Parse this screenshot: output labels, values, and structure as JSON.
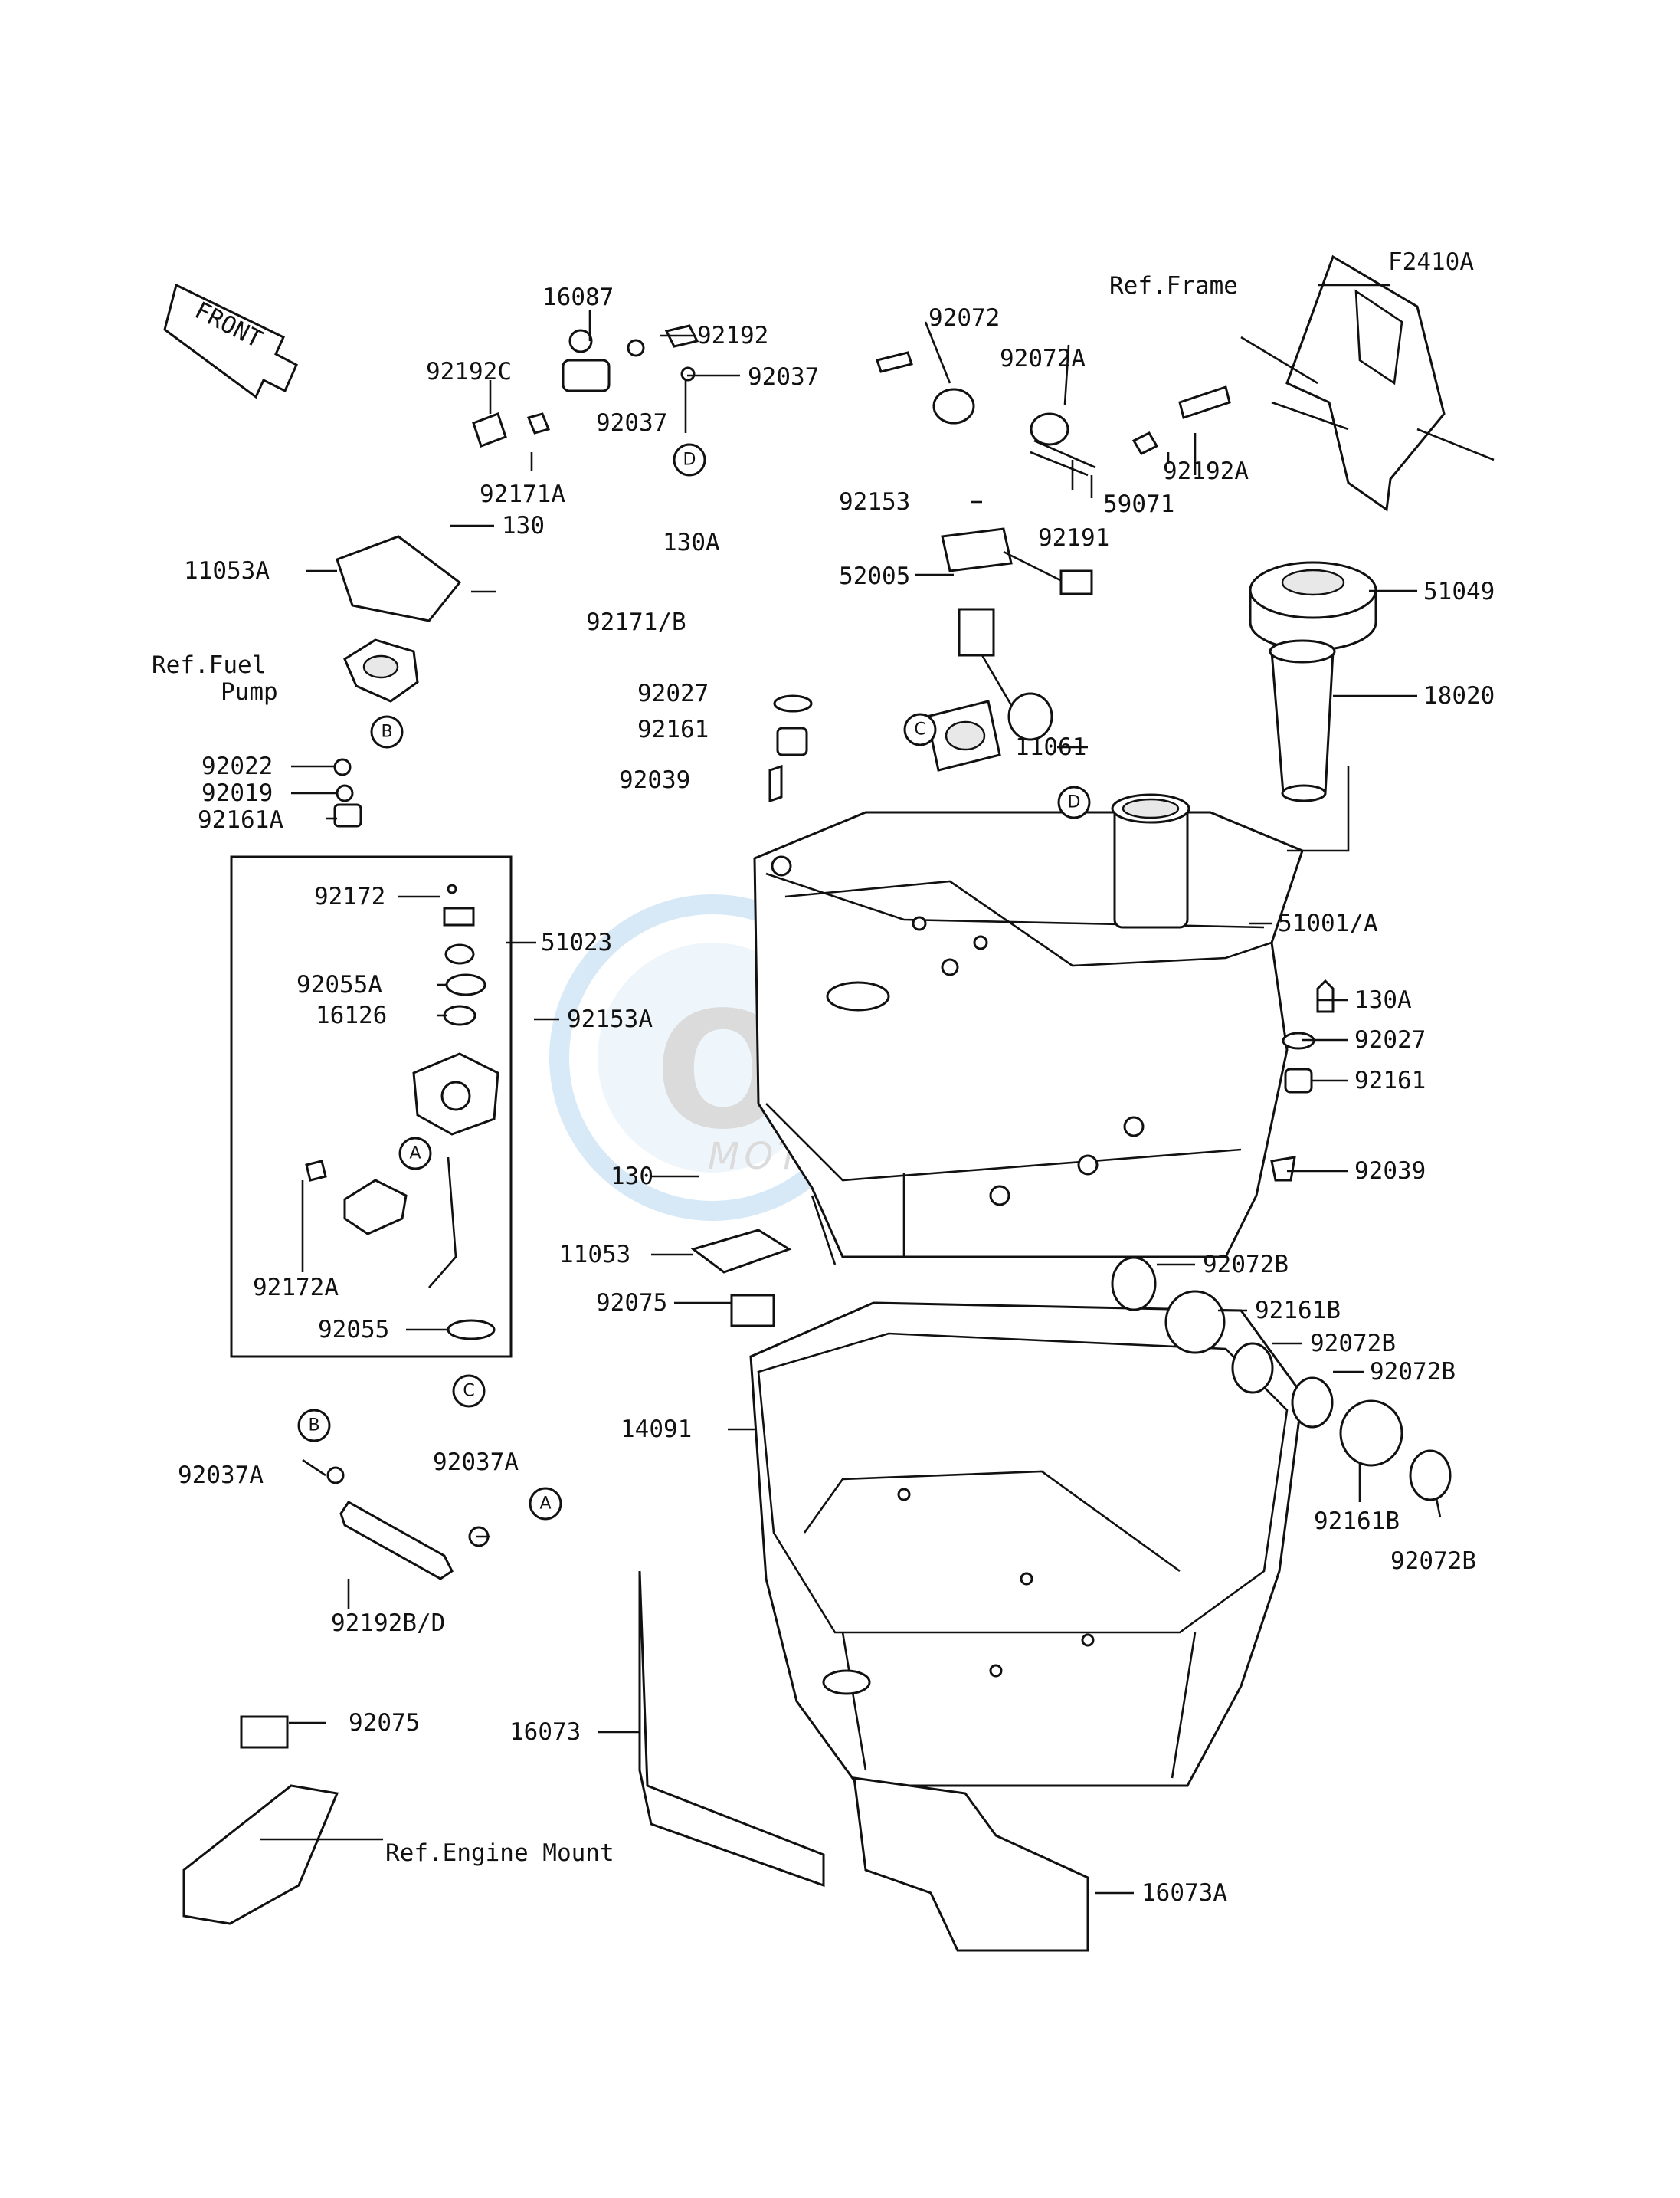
{
  "diagram_code": "F2410A",
  "front_label": "FRONT",
  "watermark": {
    "main": "OEM",
    "sub": "MOTORPARTS"
  },
  "refs": {
    "frame": "Ref.Frame",
    "fuel_pump_1": "Ref.Fuel",
    "fuel_pump_2": "Pump",
    "engine_mount": "Ref.Engine Mount"
  },
  "callouts": {
    "a": "A",
    "b": "B",
    "c": "C",
    "d": "D"
  },
  "parts": {
    "p16087": "16087",
    "p92192": "92192",
    "p92192c": "92192C",
    "p92037_1": "92037",
    "p92037_2": "92037",
    "p92171a": "92171A",
    "p92072": "92072",
    "p92072a": "92072A",
    "p92192a": "92192A",
    "p59071": "59071",
    "p92191": "92191",
    "p92153": "92153",
    "p52005": "52005",
    "p130a_1": "130A",
    "p92171b": "92171/B",
    "p92027_1": "92027",
    "p92161_1": "92161",
    "p92039_1": "92039",
    "p11061": "11061",
    "p51049": "51049",
    "p18020": "18020",
    "p51001a": "51001/A",
    "p130a_2": "130A",
    "p92027_2": "92027",
    "p92161_2": "92161",
    "p92039_2": "92039",
    "p130_1": "130",
    "p11053a": "11053A",
    "p92022": "92022",
    "p92019": "92019",
    "p92161a": "92161A",
    "p92172": "92172",
    "p51023": "51023",
    "p92055a": "92055A",
    "p16126": "16126",
    "p92153a": "92153A",
    "p92172a": "92172A",
    "p92055": "92055",
    "p130_2": "130",
    "p11053": "11053",
    "p92075_1": "92075",
    "p92072b_1": "92072B",
    "p92161b_1": "92161B",
    "p92072b_2": "92072B",
    "p92072b_3": "92072B",
    "p92161b_2": "92161B",
    "p92072b_4": "92072B",
    "p14091": "14091",
    "p92037a_1": "92037A",
    "p92037a_2": "92037A",
    "p92192bd": "92192B/D",
    "p16073": "16073",
    "p16073a": "16073A",
    "p92075_2": "92075"
  }
}
